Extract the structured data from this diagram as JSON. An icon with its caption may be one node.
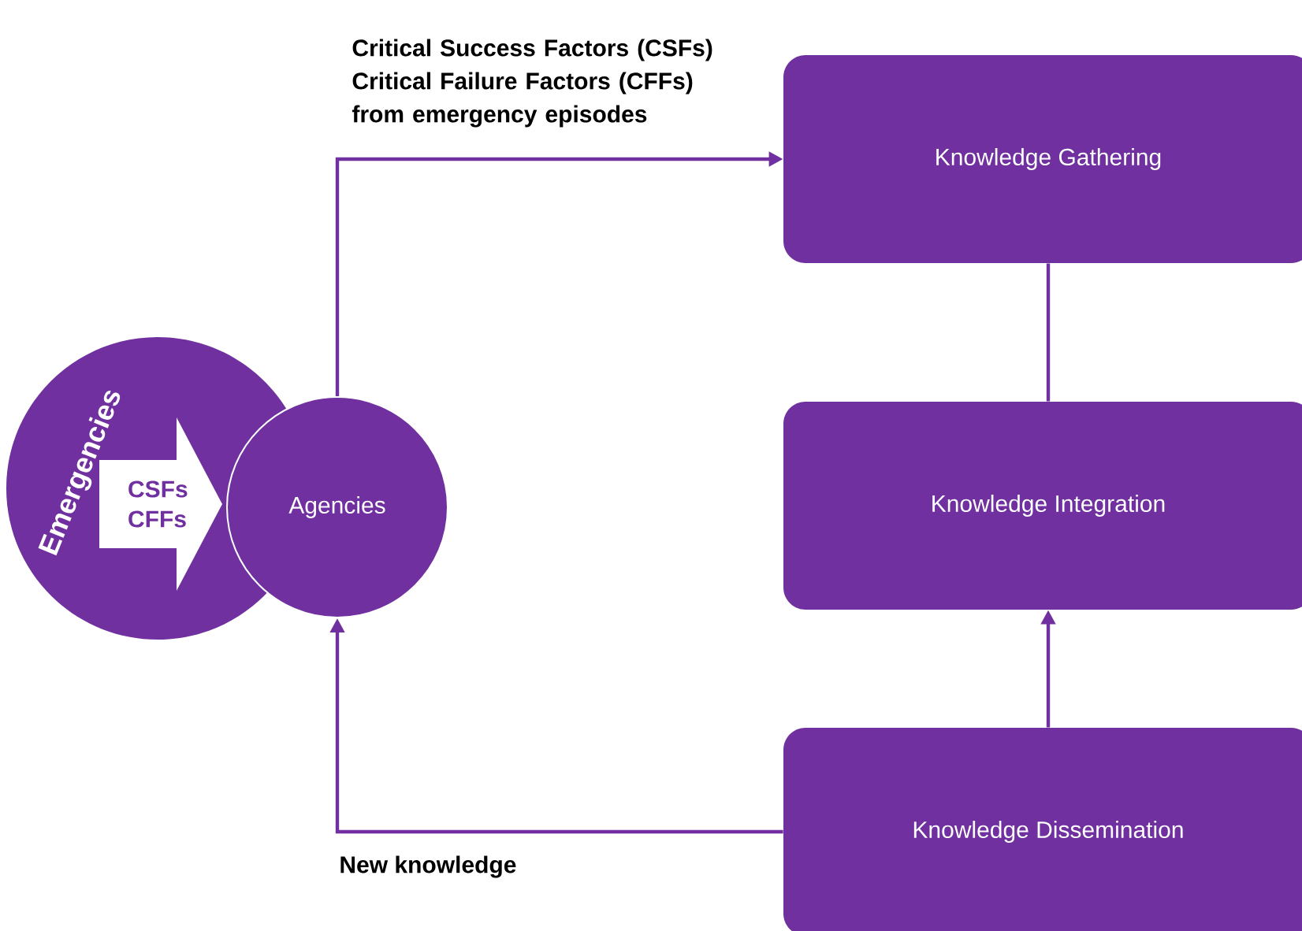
{
  "diagram": {
    "nodes": [
      {
        "text": [
          "Emergencies"
        ]
      },
      {
        "text": [
          "CSFs CFFs"
        ],
        "in": 0
      },
      {
        "text": [
          "Agencies"
        ]
      },
      {
        "text": [
          "Knowledge Gathering"
        ]
      },
      {
        "text": [
          "Knowledge Integration"
        ]
      },
      {
        "text": [
          "Knowledge Dissemination"
        ]
      }
    ],
    "edges": [
      {
        "from": 2,
        "to": 3,
        "arrow": "to",
        "label": "Critical Success Factors (CSFs) Critical Failure Factors (CFFs) from emergency episodes"
      },
      {
        "from": 3,
        "to": 4,
        "arrow": "none"
      },
      {
        "from": 5,
        "to": 4,
        "arrow": "to"
      },
      {
        "from": 5,
        "to": 2,
        "arrow": "to",
        "label": "New knowledge"
      }
    ]
  }
}
